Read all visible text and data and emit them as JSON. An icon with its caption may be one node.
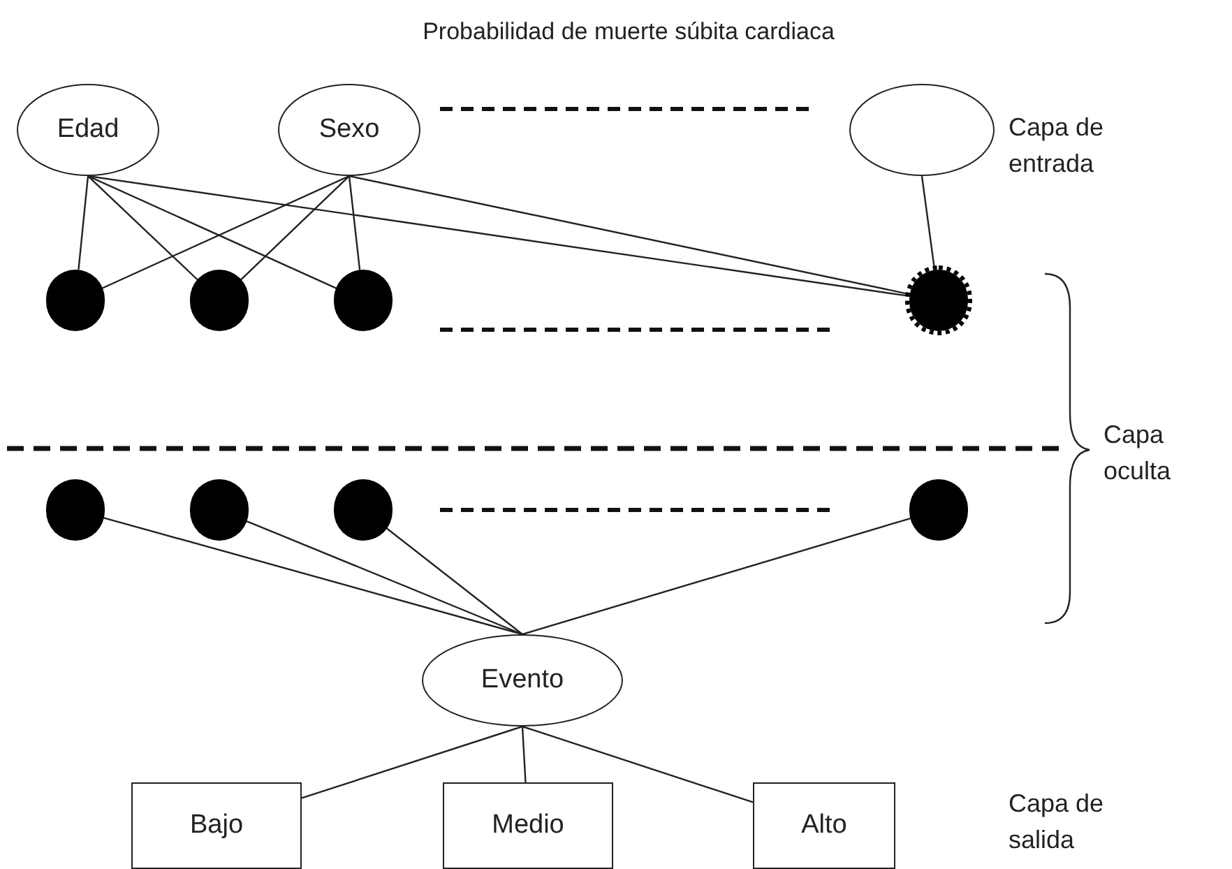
{
  "diagram": {
    "title": "Probabilidad de muerte súbita cardiaca",
    "nodes": [
      {
        "text": [
          "Edad"
        ]
      },
      {
        "text": [
          "Sexo"
        ]
      },
      {
        "text": [],
        "shape": "ellipse"
      },
      {
        "text": [],
        "shape": "circle"
      },
      {
        "text": [],
        "shape": "circle"
      },
      {
        "text": [],
        "shape": "circle"
      },
      {
        "text": [],
        "shape": "circle"
      },
      {
        "text": [],
        "shape": "circle"
      },
      {
        "text": [],
        "shape": "circle"
      },
      {
        "text": [],
        "shape": "circle"
      },
      {
        "text": [],
        "shape": "circle"
      },
      {
        "text": [
          "Evento"
        ]
      },
      {
        "text": [
          "Bajo"
        ]
      },
      {
        "text": [
          "Medio"
        ]
      },
      {
        "text": [
          "Alto"
        ]
      }
    ],
    "edges": [
      {
        "from": 0,
        "to": 3,
        "arrow": "none"
      },
      {
        "from": 0,
        "to": 4,
        "arrow": "none"
      },
      {
        "from": 0,
        "to": 5,
        "arrow": "none"
      },
      {
        "from": 0,
        "to": 6,
        "arrow": "none"
      },
      {
        "from": 1,
        "to": 3,
        "arrow": "none"
      },
      {
        "from": 1,
        "to": 4,
        "arrow": "none"
      },
      {
        "from": 1,
        "to": 5,
        "arrow": "none"
      },
      {
        "from": 1,
        "to": 6,
        "arrow": "none"
      },
      {
        "from": 2,
        "to": 6,
        "arrow": "none"
      },
      {
        "from": 7,
        "to": 11,
        "arrow": "none"
      },
      {
        "from": 8,
        "to": 11,
        "arrow": "none"
      },
      {
        "from": 9,
        "to": 11,
        "arrow": "none"
      },
      {
        "from": 10,
        "to": 11,
        "arrow": "none"
      },
      {
        "from": 11,
        "to": 12,
        "arrow": "none"
      },
      {
        "from": 11,
        "to": 13,
        "arrow": "none"
      },
      {
        "from": 11,
        "to": 14,
        "arrow": "none"
      }
    ],
    "labels": [
      "Capa de entrada",
      "Capa oculta",
      "Capa de salida"
    ]
  }
}
